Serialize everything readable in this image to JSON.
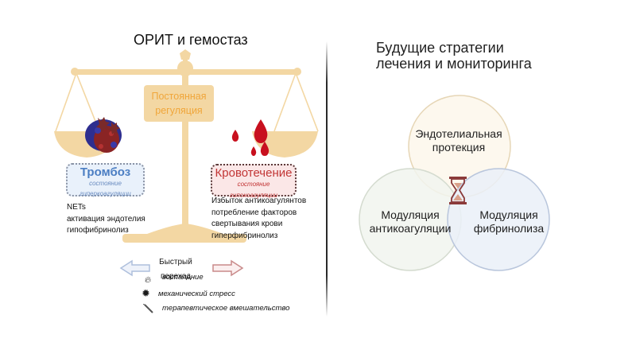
{
  "left_panel": {
    "title": "ОРИТ и гемостаз",
    "center_box": {
      "line1": "Постоянная",
      "line2": "регуляция"
    },
    "thrombosis": {
      "title": "Тромбоз",
      "subtitle_line1": "состояние",
      "subtitle_line2": "гиперкоагуляции",
      "factors": [
        "NETs",
        "активация эндотелия",
        "гипофибринолиз"
      ]
    },
    "bleeding": {
      "title": "Кровотечение",
      "subtitle_line1": "состояние",
      "subtitle_line2": "гипокоагуляции",
      "factors": [
        "Избыток антикоагулянтов",
        "потребление факторов",
        "свертывания крови",
        "гиперфибринолиз"
      ]
    },
    "switch": {
      "line1": "Быстрый",
      "line2": "переход"
    },
    "triggers": [
      {
        "icon": "flame-icon",
        "label": "воспаление"
      },
      {
        "icon": "burst-icon",
        "label": "механический стресс"
      },
      {
        "icon": "syringe-icon",
        "label": "терапевтическое вмешательство"
      }
    ],
    "colors": {
      "scale": "#f3d7a3",
      "regulation_text": "#f0a63a",
      "thrombosis_accent": "#4b7ec3",
      "bleeding_accent": "#c23636",
      "arrow_left": "#aebfdc",
      "arrow_right": "#c98a8a"
    }
  },
  "right_panel": {
    "title_line1": "Будущие стратегии",
    "title_line2": "лечения и мониторинга",
    "circles": [
      {
        "line1": "Эндотелиальная",
        "line2": "протекция",
        "fill": "#fdf8ee",
        "stroke": "#e6d6b6"
      },
      {
        "line1": "Модуляция",
        "line2": "антикоагуляции",
        "fill": "#f1f4ee",
        "stroke": "#d4dbcf"
      },
      {
        "line1": "Модуляция",
        "line2": "фибринолиза",
        "fill": "#eaf0f8",
        "stroke": "#b9c6dc"
      }
    ],
    "center_icon": "hourglass-icon"
  }
}
